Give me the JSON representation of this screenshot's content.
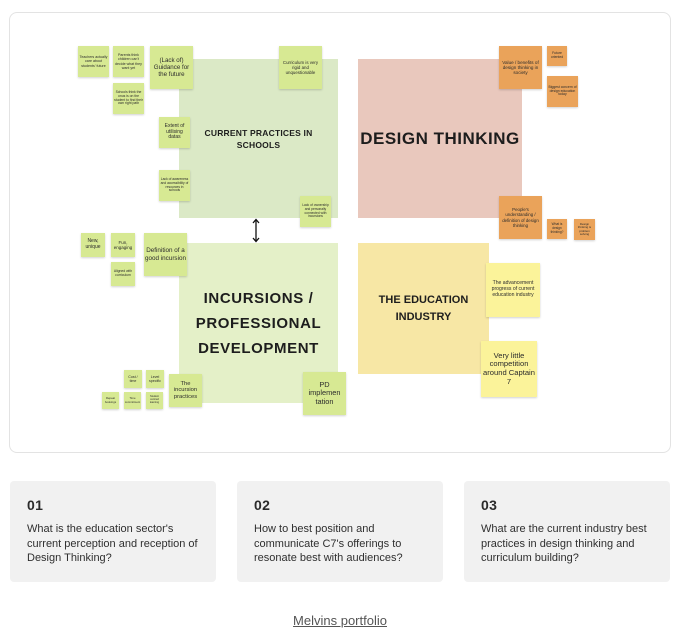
{
  "board": {
    "quadrants": {
      "current_practices": "CURRENT PRACTICES IN SCHOOLS",
      "design_thinking": "DESIGN THINKING",
      "incursions": "INCURSIONS / PROFESSIONAL DEVELOPMENT",
      "education_industry": "THE EDUCATION INDUSTRY"
    },
    "notes": {
      "teachers_actually": "Teachers actually care about students' future",
      "parents_think": "Parents think children can't decide what they want yet",
      "guidance": "(Lack of) Guidance for the future",
      "schools_think": "Schools think the onus is on the student to find their own right path",
      "curriculum": "Curriculum is very rigid and unquestionable",
      "extent_data": "Extent of utilising datas",
      "lack_awareness": "Lack of awareness and accessibility of resources in schools",
      "lack_ownership": "Lack of ownership and personally connected with incursions",
      "value_benefits": "Value / benefits of design thinking in society",
      "future_oriented": "Future oriented",
      "biggest_concern": "Biggest concern of design education today",
      "people_understanding": "People's understanding / definition of design thinking",
      "what_is_dt": "What is design thinking?",
      "design_thinking_is": "Design thinking is problem solving",
      "new_unique": "New, unique",
      "fun_engaging": "Fun, engaging",
      "definition_good": "Definition of a good incursion",
      "aligned": "Aligned with curriculum",
      "cost_time": "Cost / time",
      "level_specific": "Level specific",
      "incursion_practices": "The incursion practices",
      "repeat_bookings": "Repeat bookings",
      "time_commitment": "Time commitment",
      "student_centred": "Student centred learning",
      "pd_implementation": "PD implemen tation",
      "advancement": "The advancement progress of current education industry",
      "competition": "Very little competition around Captain 7"
    }
  },
  "cards": [
    {
      "num": "01",
      "text": "What is the education sector's current perception and reception of Design Thinking?"
    },
    {
      "num": "02",
      "text": "How to best position and communicate C7's offerings to resonate best with audiences?"
    },
    {
      "num": "03",
      "text": "What are the current industry best practices in design thinking and curriculum building?"
    }
  ],
  "footer": {
    "link": "Melvins portfolio"
  },
  "colors": {
    "green_quadrant": "#dbe9c6",
    "pink_quadrant": "#e9c8bd",
    "light_green_quadrant": "#e4f0c8",
    "yellow_quadrant": "#f7e7a5",
    "green_note": "#d7e993",
    "orange_note": "#eaa35a",
    "yellow_note": "#fbf39a",
    "card_bg": "#f1f1f1"
  }
}
